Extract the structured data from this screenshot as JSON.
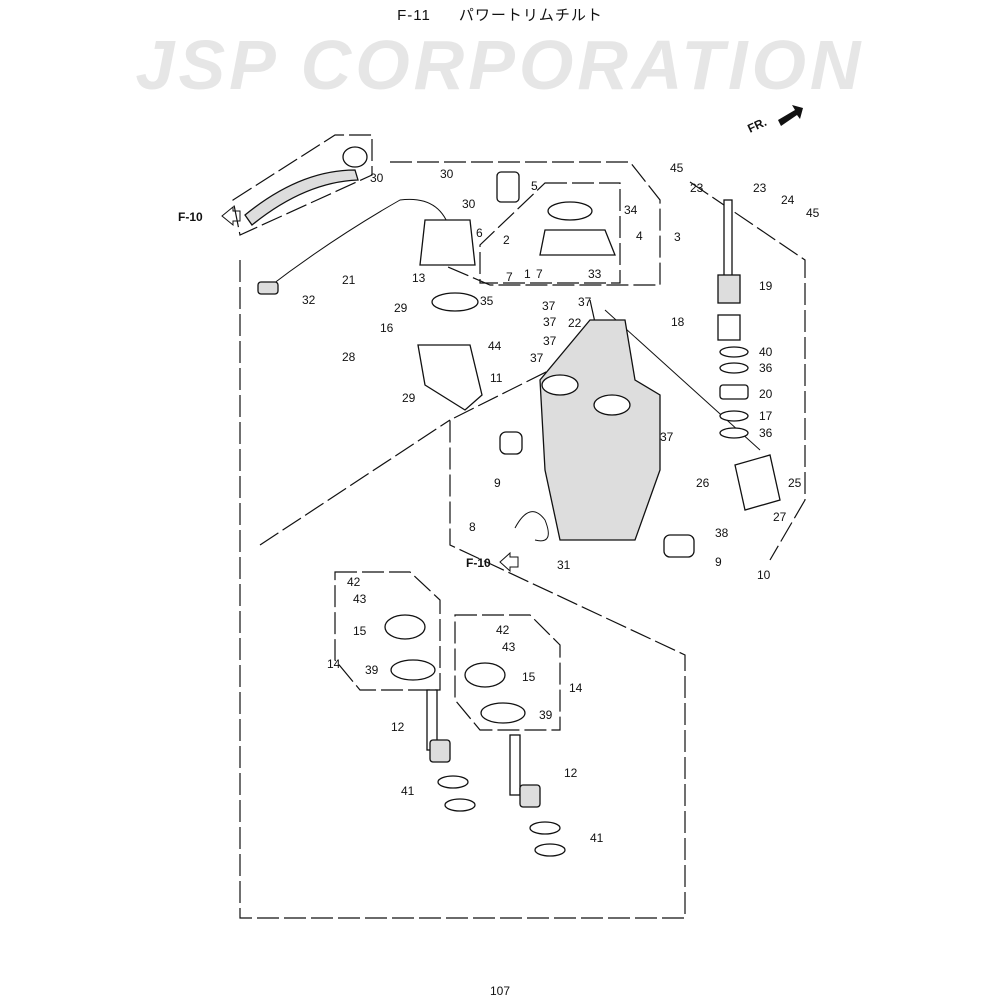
{
  "header": {
    "code": "F-11",
    "title": "パワートリムチルト"
  },
  "page_number": "107",
  "watermark": "JSP CORPORATION",
  "refs": {
    "f10_top": "F-10",
    "f10_mid": "F-10",
    "front": "FR."
  },
  "callouts": [
    "30",
    "30",
    "30",
    "5",
    "6",
    "2",
    "34",
    "4",
    "3",
    "1",
    "7",
    "7",
    "33",
    "45",
    "23",
    "23",
    "24",
    "45",
    "19",
    "18",
    "40",
    "36",
    "20",
    "17",
    "36",
    "25",
    "26",
    "27",
    "38",
    "10",
    "9",
    "21",
    "32",
    "13",
    "35",
    "29",
    "16",
    "28",
    "44",
    "11",
    "29",
    "37",
    "37",
    "37",
    "37",
    "37",
    "22",
    "37",
    "9",
    "8",
    "31",
    "42",
    "43",
    "15",
    "14",
    "39",
    "12",
    "41",
    "42",
    "43",
    "15",
    "14",
    "39",
    "12",
    "41"
  ]
}
